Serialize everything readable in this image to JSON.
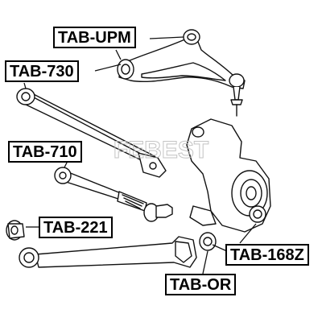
{
  "watermark": "FEBEST",
  "labels": [
    {
      "id": "upm",
      "text": "TAB-UPM"
    },
    {
      "id": "730",
      "text": "TAB-730"
    },
    {
      "id": "710",
      "text": "TAB-710"
    },
    {
      "id": "221",
      "text": "TAB-221"
    },
    {
      "id": "168z",
      "text": "TAB-168Z"
    },
    {
      "id": "or",
      "text": "TAB-OR"
    }
  ],
  "colors": {
    "line": "#111111",
    "watermark": "#bdbdbd"
  }
}
